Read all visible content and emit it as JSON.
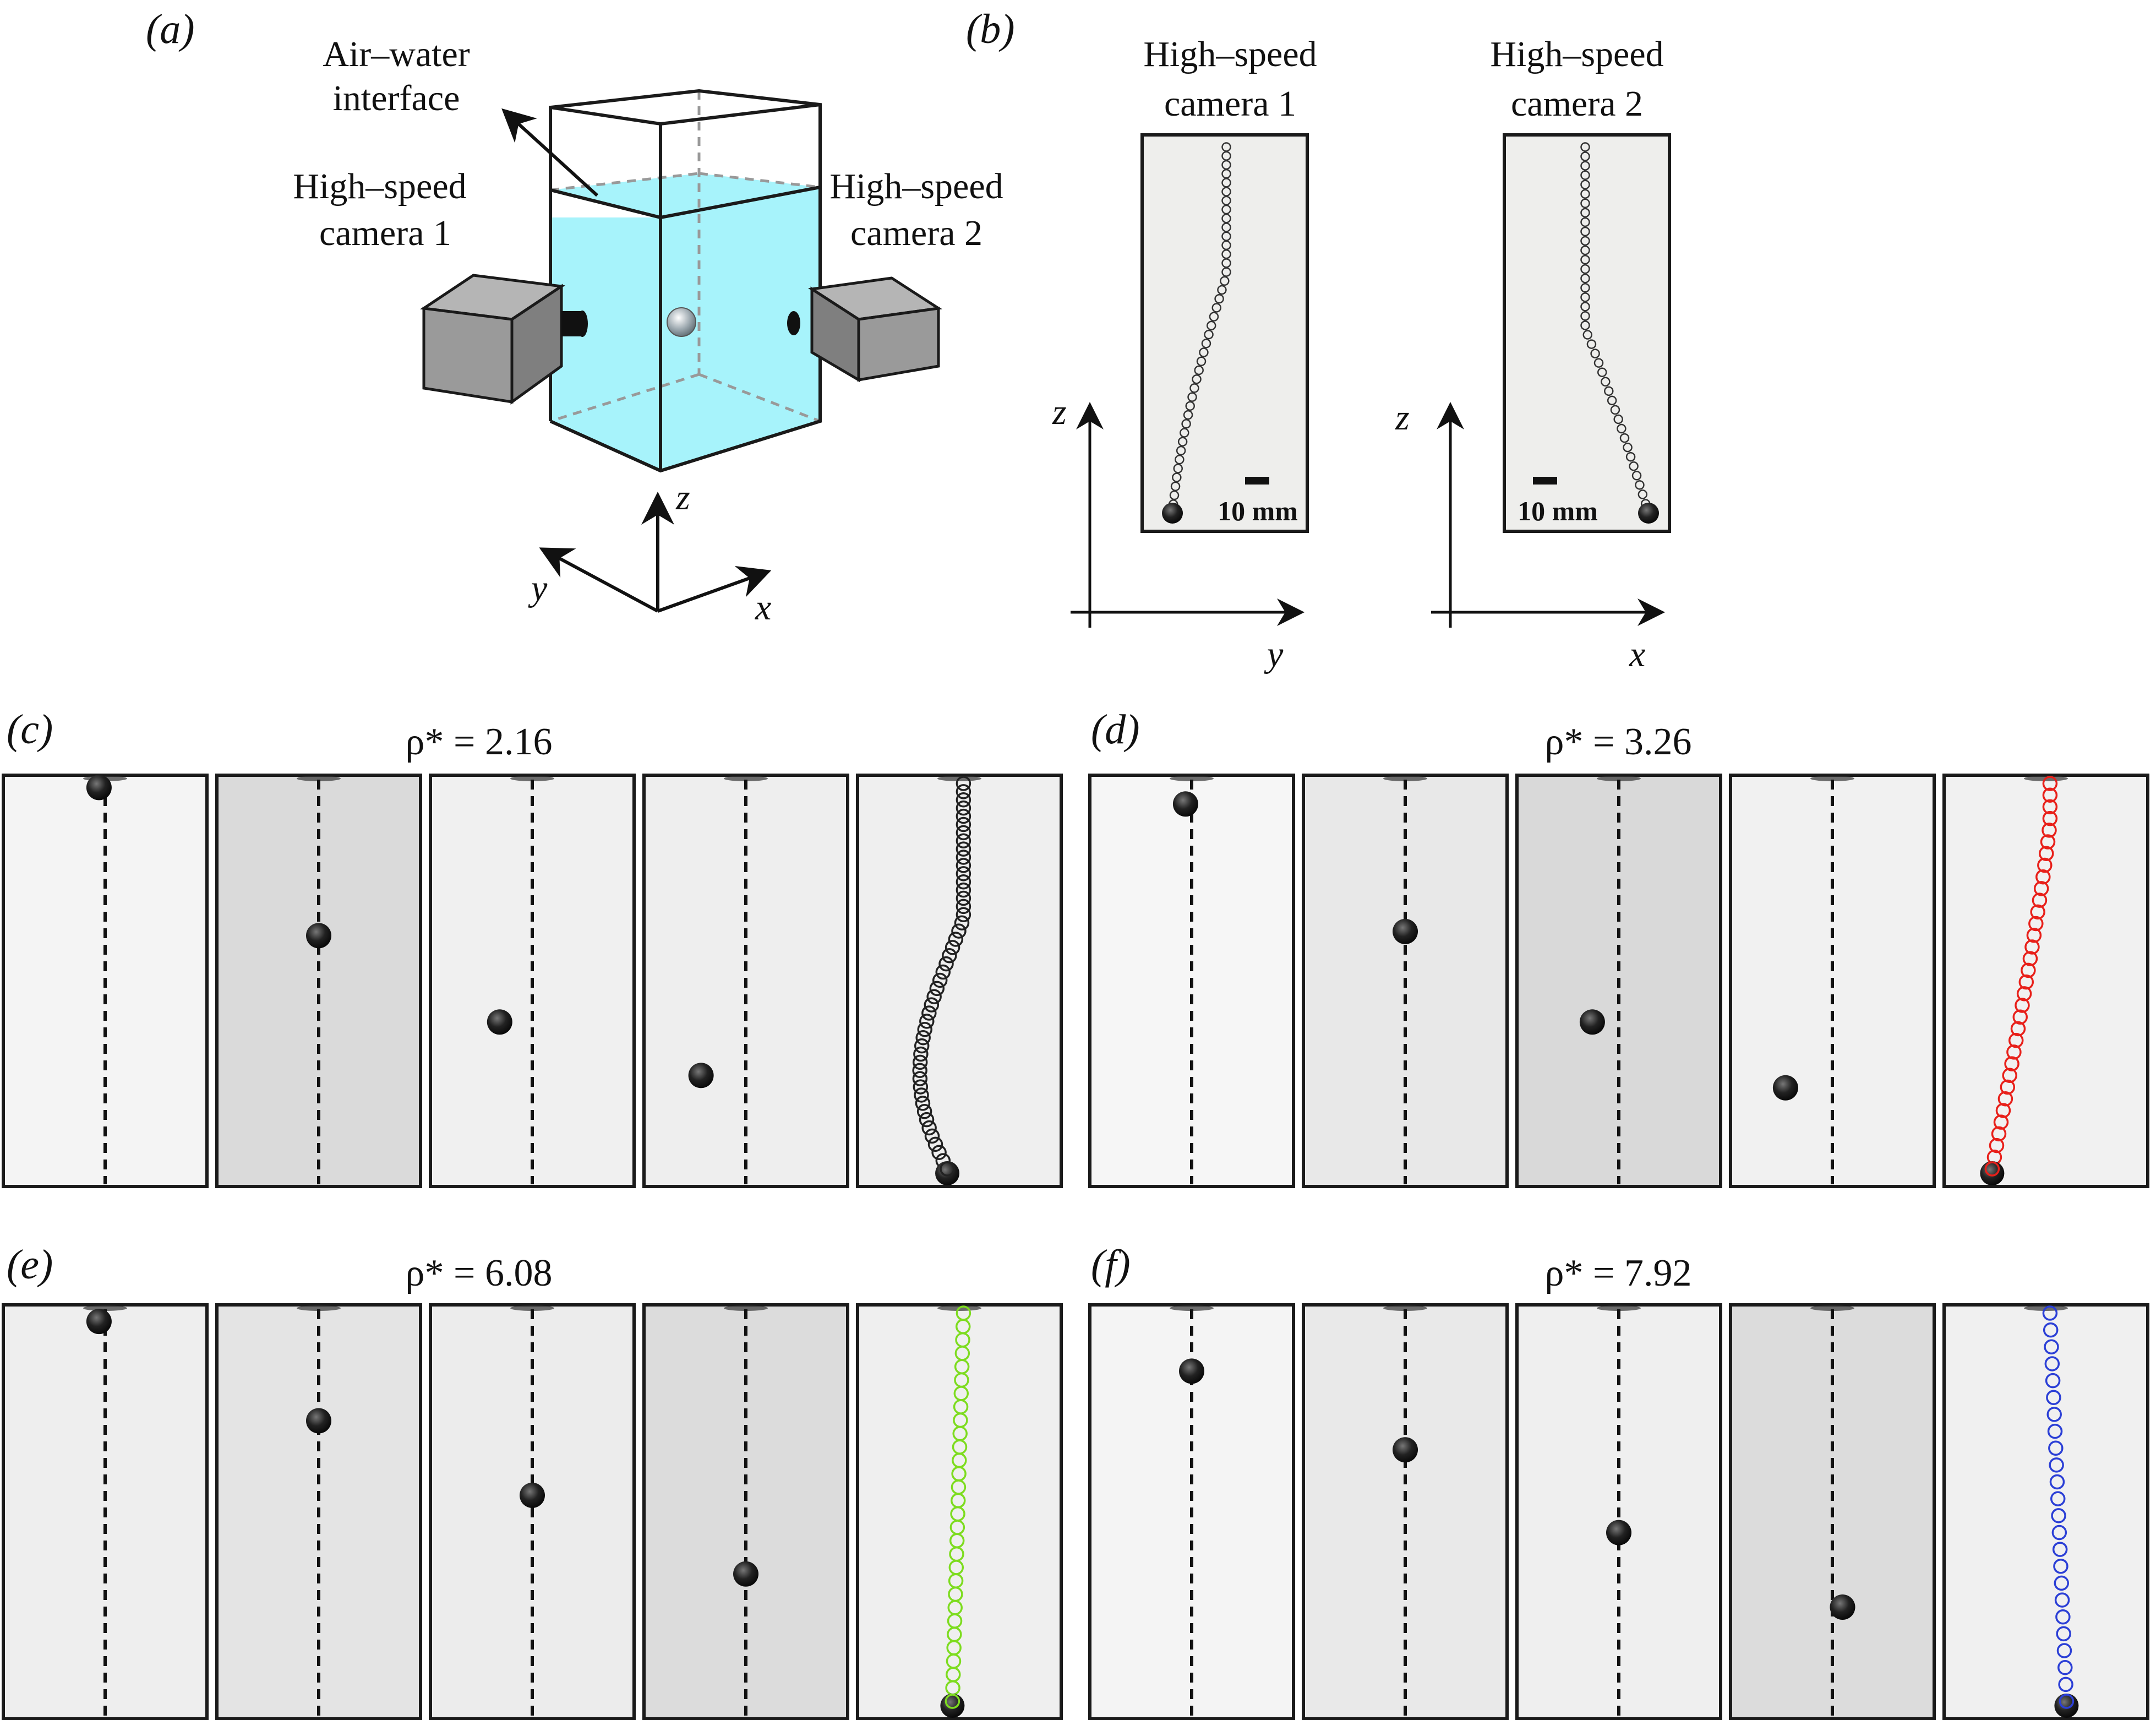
{
  "panel_labels": {
    "a": "(a)",
    "b": "(b)",
    "c": "(c)",
    "d": "(d)",
    "e": "(e)",
    "f": "(f)"
  },
  "setup": {
    "interface_line1": "Air–water",
    "interface_line2": "interface",
    "cam1_line1": "High–speed",
    "cam1_line2": "camera 1",
    "cam2_line1": "High–speed",
    "cam2_line2": "camera 2",
    "axis_x": "x",
    "axis_y": "y",
    "axis_z": "z"
  },
  "views": {
    "cam1_line1": "High–speed",
    "cam1_line2": "camera 1",
    "cam2_line1": "High–speed",
    "cam2_line2": "camera 2",
    "scale_left": "10 mm",
    "scale_right": "10 mm",
    "axis_left_z": "z",
    "axis_left_h": "y",
    "axis_right_z": "z",
    "axis_right_h": "x"
  },
  "series": {
    "c": {
      "title": "ρ* = 2.16",
      "trace_color": "#222222"
    },
    "d": {
      "title": "ρ* = 3.26",
      "trace_color": "#e8201a"
    },
    "e": {
      "title": "ρ* = 6.08",
      "trace_color": "#7ddc1f"
    },
    "f": {
      "title": "ρ* = 7.92",
      "trace_color": "#2b3fd6"
    }
  }
}
